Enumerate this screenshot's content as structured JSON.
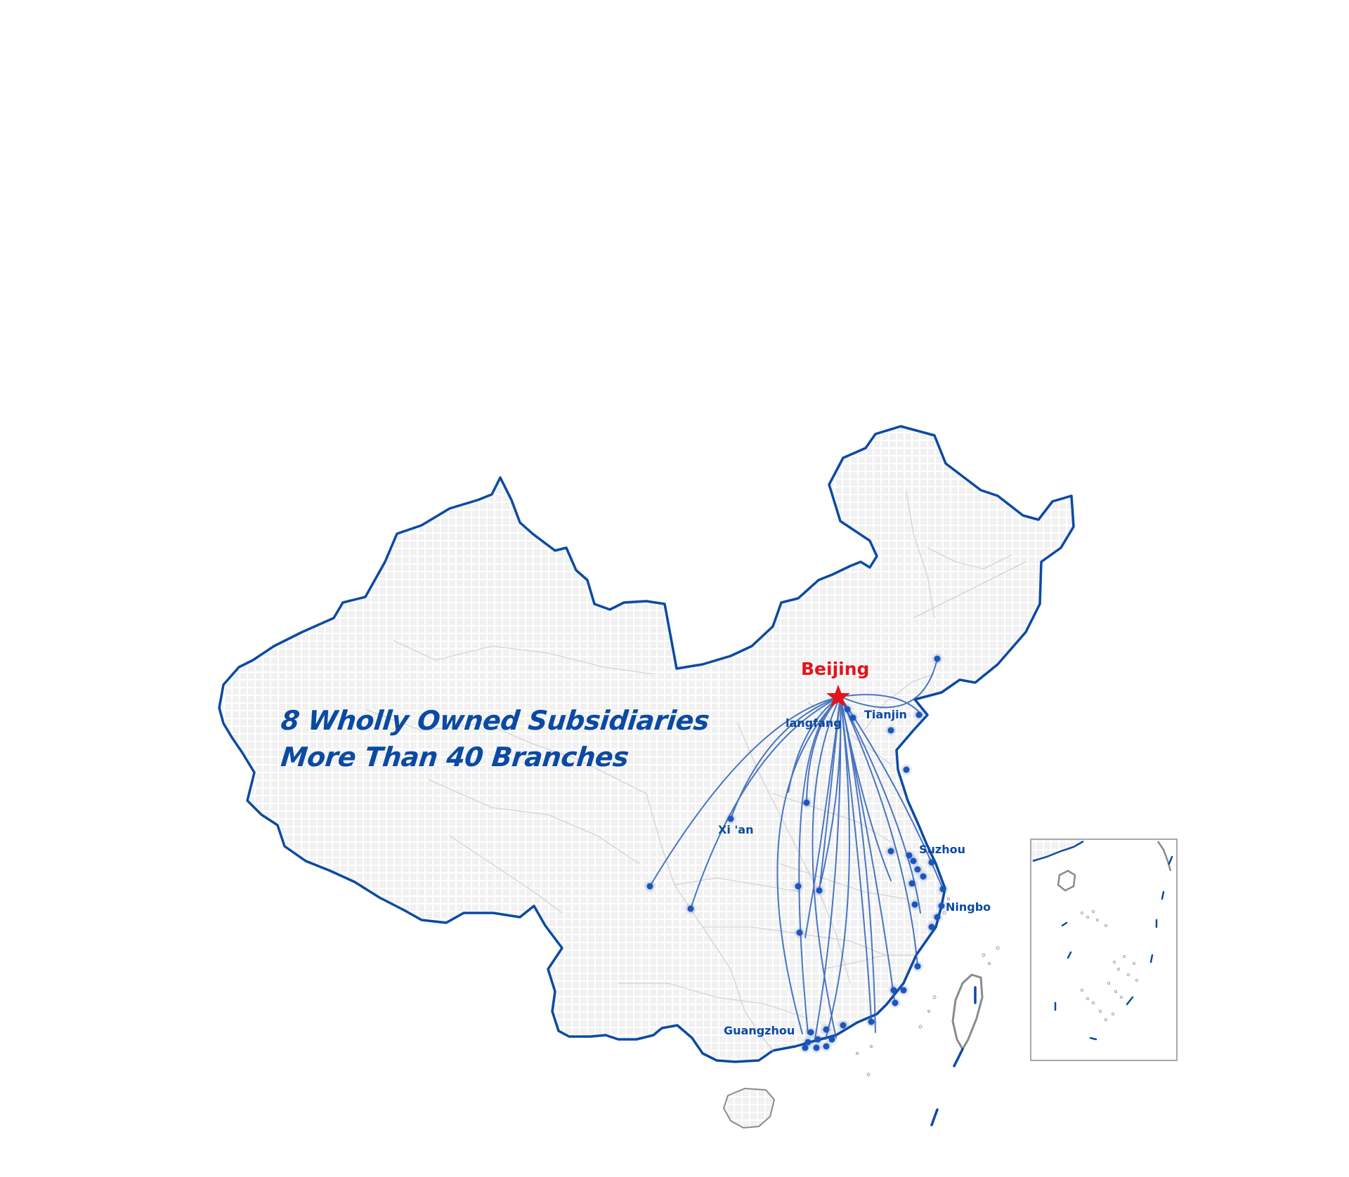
{
  "headline": {
    "line1": "8 Wholly Owned Subsidiaries",
    "line2": "More Than 40 Branches"
  },
  "headquarters": {
    "label": "Beijing",
    "marker": "star-icon"
  },
  "city_labels": {
    "langfang": "langfang",
    "tianjin": "Tianjin",
    "xian": "Xi 'an",
    "suzhou": "Suzhou",
    "ningbo": "Ningbo",
    "guangzhou": "Guangzhou"
  },
  "colors": {
    "border": "#0b4aa2",
    "text": "#0b4aa2",
    "headquarters": "#e3141b",
    "branch_dot": "#1d55b8",
    "route": "#2b5fb8",
    "province_line": "#d3d3d3",
    "island_outline": "#8a8a8a"
  },
  "inset_map": {
    "description_icon": "south-china-sea-inset"
  }
}
